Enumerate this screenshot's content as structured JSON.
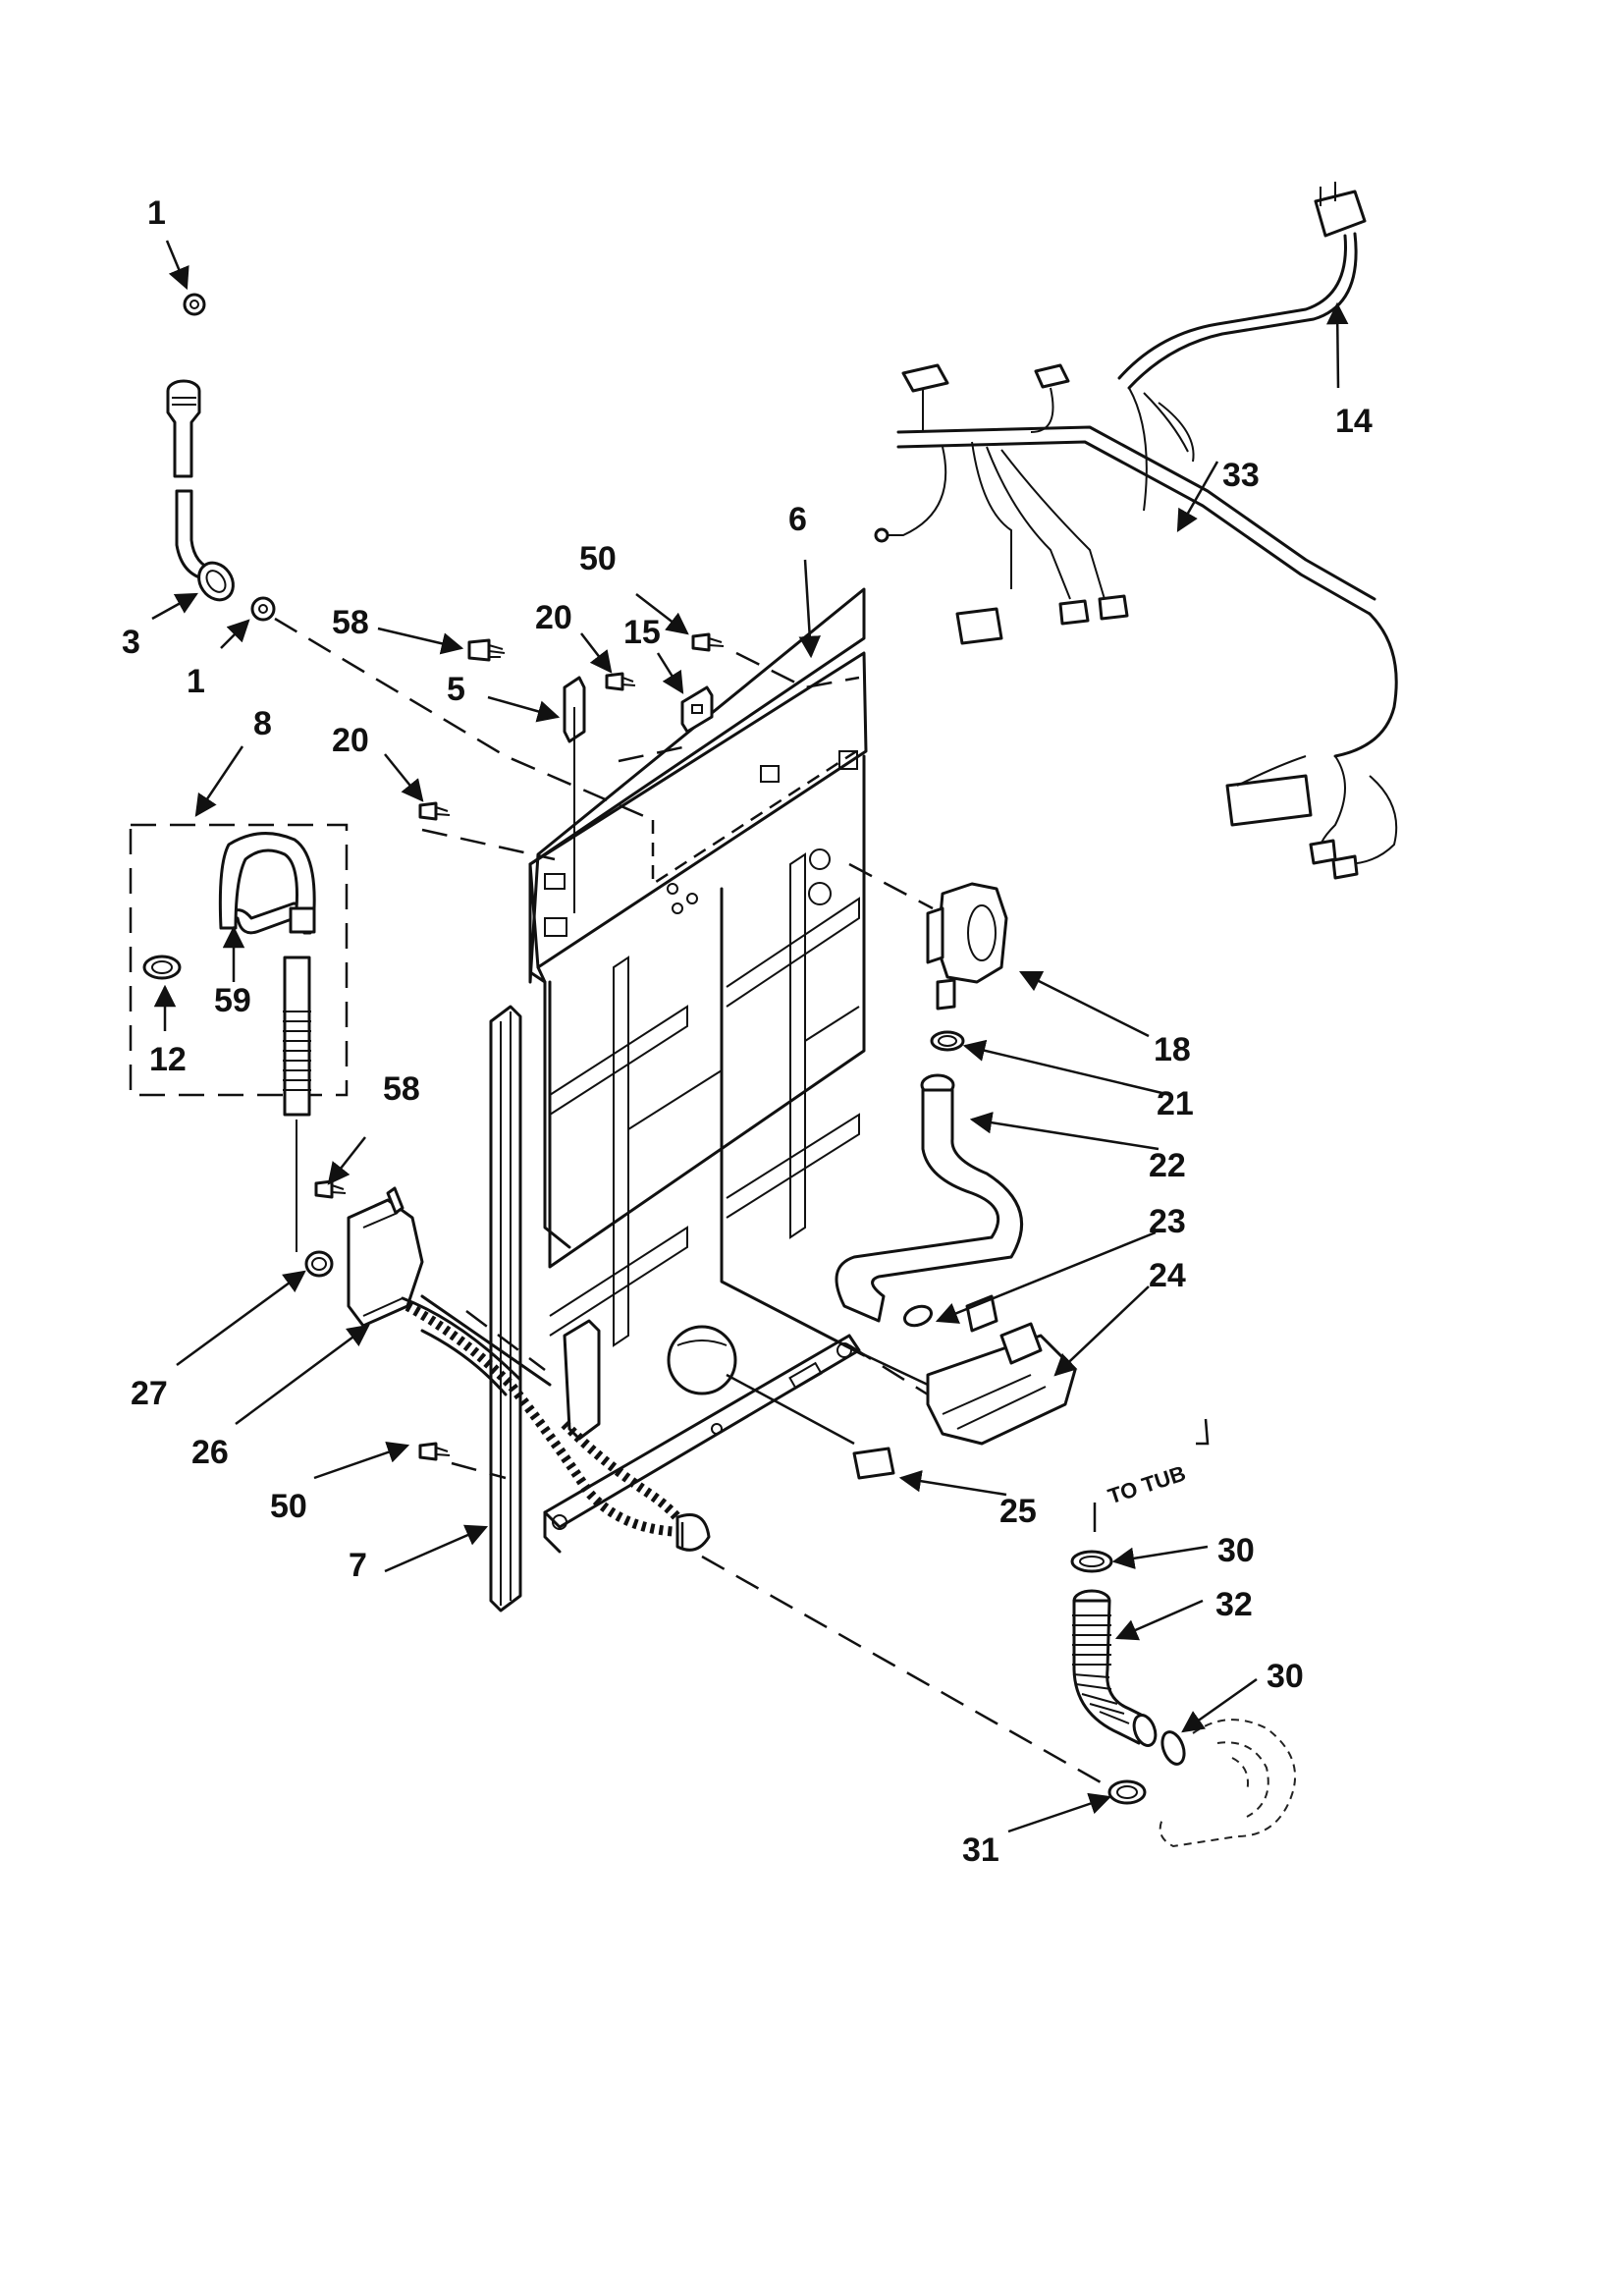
{
  "callouts": {
    "c1a": "1",
    "c1b": "1",
    "c3": "3",
    "c5": "5",
    "c6": "6",
    "c7": "7",
    "c8": "8",
    "c12": "12",
    "c14": "14",
    "c15": "15",
    "c18": "18",
    "c20a": "20",
    "c20b": "20",
    "c21": "21",
    "c22": "22",
    "c23": "23",
    "c24": "24",
    "c25": "25",
    "c26": "26",
    "c27": "27",
    "c30a": "30",
    "c30b": "30",
    "c31": "31",
    "c32": "32",
    "c33": "33",
    "c50a": "50",
    "c50b": "50",
    "c58a": "58",
    "c58b": "58",
    "c59": "59"
  },
  "annotations": {
    "to_tub": "TO TUB"
  }
}
